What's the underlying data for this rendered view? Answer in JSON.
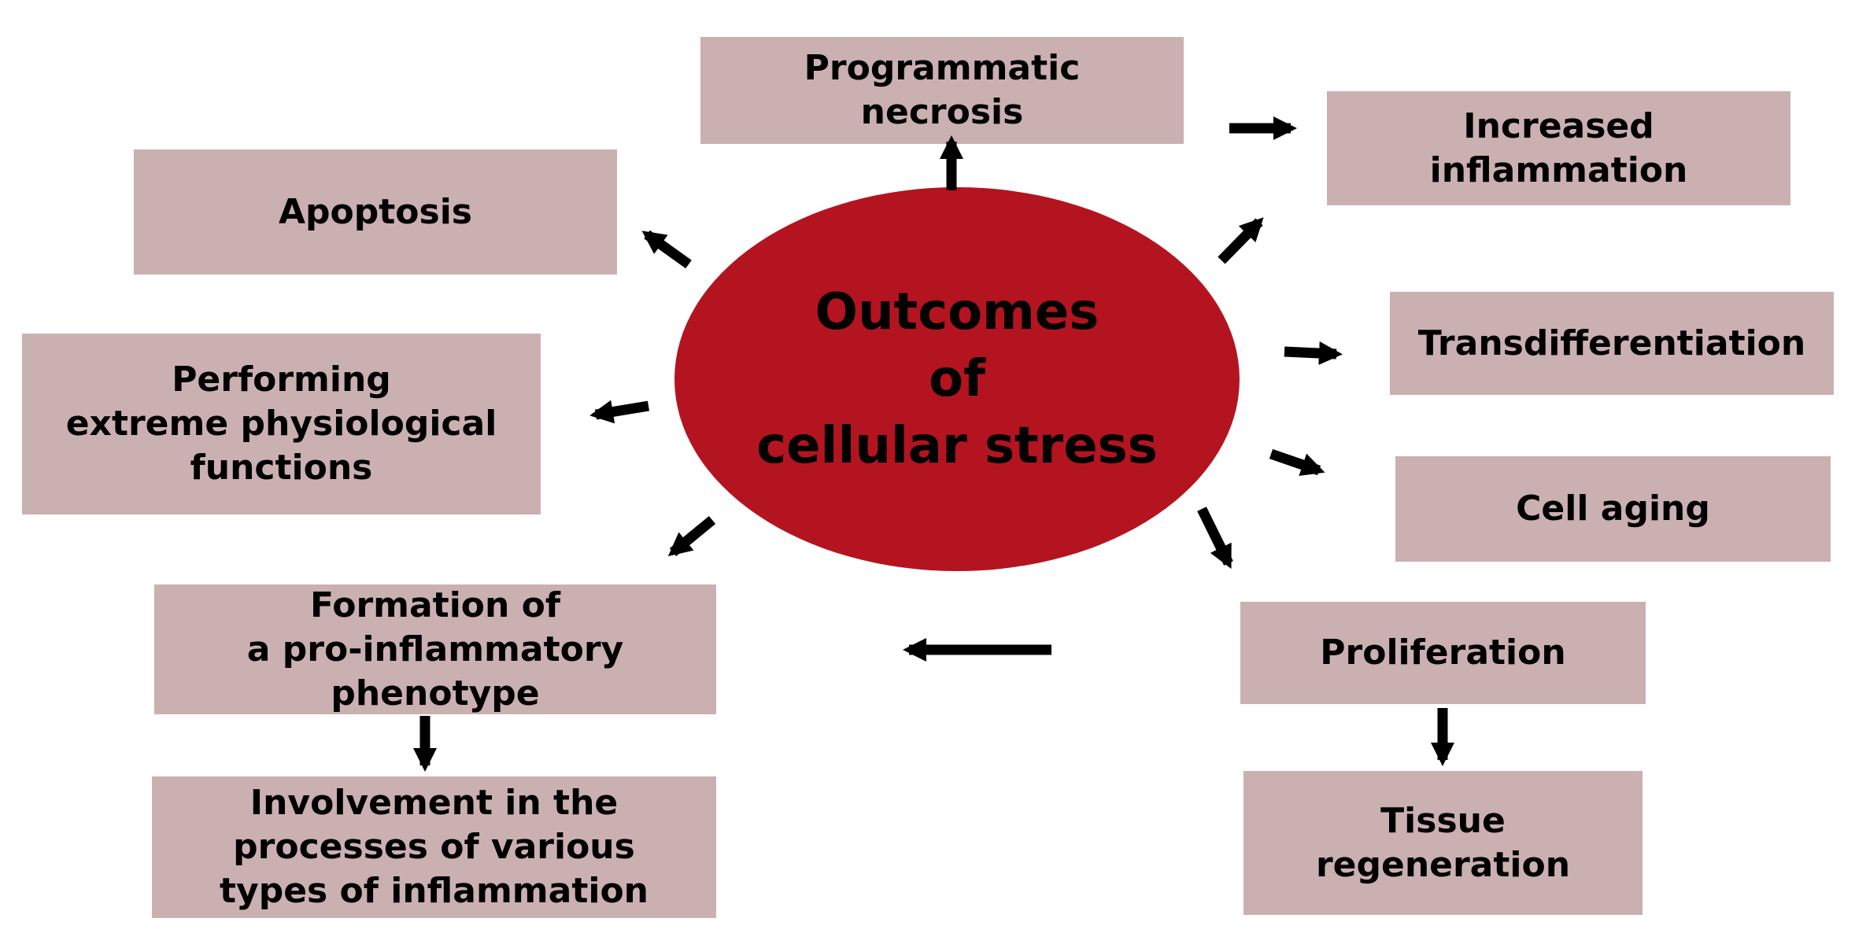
{
  "center": {
    "label": "Outcomes\nof\ncellular stress",
    "color": "#b31420"
  },
  "box_color": "#cbb0b1",
  "outcomes": {
    "programmatic_necrosis": "Programmatic\nnecrosis",
    "increased_inflammation": "Increased\ninflammation",
    "apoptosis": "Apoptosis",
    "performing": "Performing\nextreme physiological\nfunctions",
    "transdifferentiation": "Transdifferentiation",
    "cell_aging": "Cell aging",
    "formation": "Formation of\na pro-inflammatory\nphenotype",
    "involvement": "Involvement in the\nprocesses of various\ntypes of inflammation",
    "proliferation": "Proliferation",
    "tissue_regeneration": "Tissue\nregeneration"
  }
}
